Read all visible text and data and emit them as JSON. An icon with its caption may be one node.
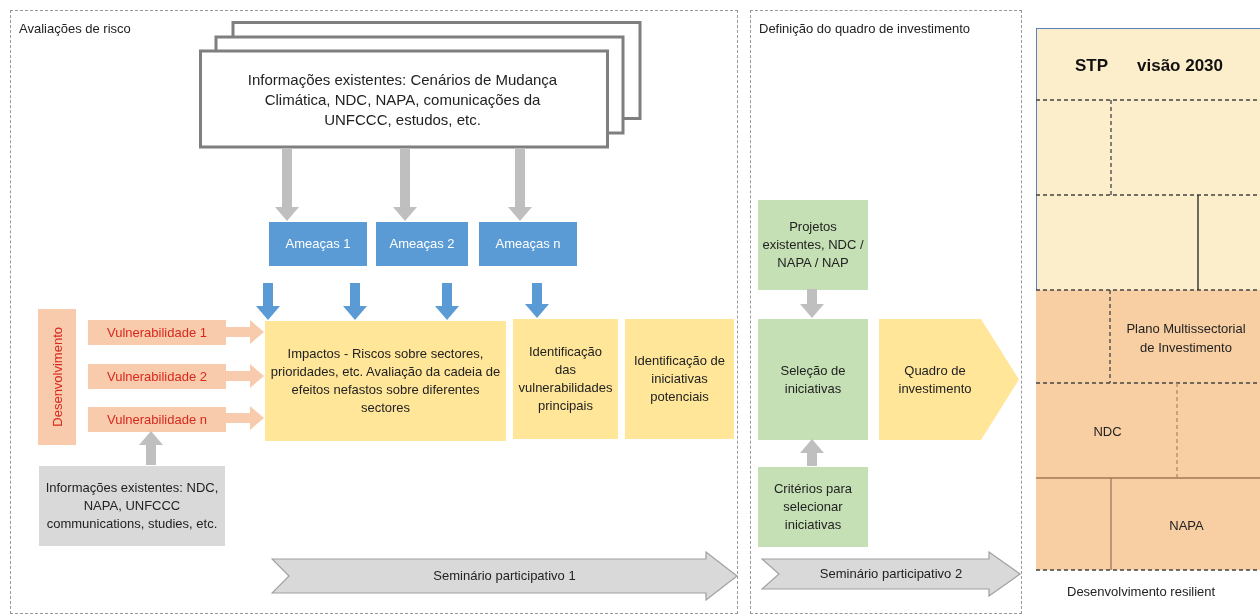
{
  "diagram": {
    "nodes": [
      {
        "text": [
          "Avaliações de risco"
        ]
      },
      {
        "text": [
          "Definição do quadro de investimento"
        ]
      },
      {
        "text": [
          "STP",
          "visão 2030"
        ],
        "beside": [
          "Desenvolvimento resilient"
        ]
      },
      {
        "text": [
          "Informações existentes: Cenários de Mudança Climática, NDC, NAPA, comunicações da UNFCCC, estudos, etc."
        ],
        "in": 0
      },
      {
        "text": [
          "Ameaças 1"
        ],
        "in": 0
      },
      {
        "text": [
          "Ameaças 2"
        ],
        "in": 0
      },
      {
        "text": [
          "Ameaças n"
        ],
        "in": 0
      },
      {
        "text": [
          "Desenvolvimento"
        ],
        "in": 0
      },
      {
        "text": [
          "Vulnerabilidade 1"
        ],
        "in": 0
      },
      {
        "text": [
          "Vulnerabilidade 2"
        ],
        "in": 0
      },
      {
        "text": [
          "Vulnerabilidade n"
        ],
        "in": 0
      },
      {
        "text": [
          "Impactos - Riscos sobre sectores, prioridades, etc. Avaliação da cadeia de efeitos nefastos sobre diferentes sectores"
        ],
        "in": 0
      },
      {
        "text": [
          "Identificação das vulnerabilidades principais"
        ],
        "in": 0
      },
      {
        "text": [
          "Identificação de iniciativas potenciais"
        ],
        "in": 0
      },
      {
        "text": [
          "Informações existentes: NDC, NAPA, UNFCCC communications, studies, etc."
        ],
        "in": 0
      },
      {
        "text": [
          "Seminário participativo 1"
        ],
        "in": 0
      },
      {
        "text": [
          "Projetos existentes, NDC / NAPA / NAP"
        ],
        "in": 1
      },
      {
        "text": [
          "Seleção de iniciativas"
        ],
        "in": 1
      },
      {
        "text": [
          "Critérios para selecionar iniciativas"
        ],
        "in": 1
      },
      {
        "text": [
          "Quadro de investimento"
        ],
        "in": 1
      },
      {
        "text": [
          "Seminário participativo 2"
        ],
        "in": 1
      },
      {
        "text": [
          "Plano Multissectorial de Investimento"
        ],
        "in": 2
      },
      {
        "text": [
          "NDC"
        ],
        "in": 2
      },
      {
        "text": [
          "NAPA"
        ],
        "in": 2
      }
    ],
    "edges": [
      {
        "from": 3,
        "to": 4,
        "arrow": "to"
      },
      {
        "from": 3,
        "to": 5,
        "arrow": "to"
      },
      {
        "from": 3,
        "to": 6,
        "arrow": "to"
      },
      {
        "from": null,
        "to": 11,
        "arrow": "to",
        "color": "#5b9bd5"
      },
      {
        "from": null,
        "to": 11,
        "arrow": "to",
        "color": "#5b9bd5"
      },
      {
        "from": null,
        "to": 11,
        "arrow": "to",
        "color": "#5b9bd5"
      },
      {
        "from": null,
        "to": 12,
        "arrow": "to",
        "color": "#5b9bd5"
      },
      {
        "from": 8,
        "to": 11,
        "arrow": "to",
        "color": "#f8cbad"
      },
      {
        "from": 9,
        "to": 11,
        "arrow": "to",
        "color": "#f8cbad"
      },
      {
        "from": 10,
        "to": 11,
        "arrow": "to",
        "color": "#f8cbad"
      },
      {
        "from": 14,
        "to": 10,
        "arrow": "to"
      },
      {
        "from": 16,
        "to": 17,
        "arrow": "to"
      },
      {
        "from": 18,
        "to": 17,
        "arrow": "to"
      }
    ]
  }
}
